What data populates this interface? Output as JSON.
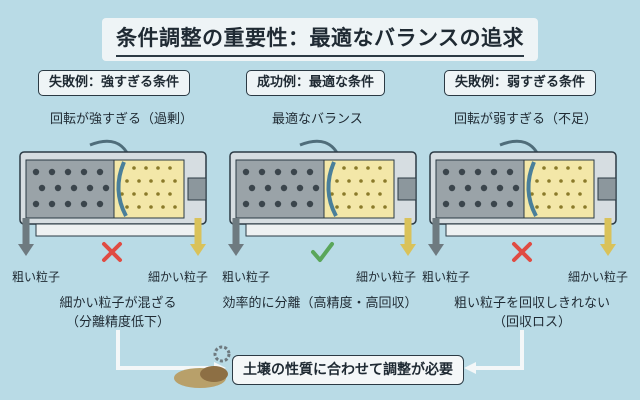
{
  "title": "条件調整の重要性：最適なバランスの追求",
  "panels": [
    {
      "tag": "失敗例：強すぎる条件",
      "subtitle": "回転が強すぎる（過剰）",
      "left_label": "粗い粒子",
      "right_label": "細かい粒子",
      "result1": "細かい粒子が混ざる",
      "result2": "（分離精度低下）",
      "mark": "cross"
    },
    {
      "tag": "成功例：最適な条件",
      "subtitle": "最適なバランス",
      "left_label": "粗い粒子",
      "right_label": "細かい粒子",
      "result1": "効率的に分離（高精度・高回収）",
      "result2": "",
      "mark": "check"
    },
    {
      "tag": "失敗例：弱すぎる条件",
      "subtitle": "回転が弱すぎる（不足）",
      "left_label": "粗い粒子",
      "right_label": "細かい粒子",
      "result1": "粗い粒子を回収しきれない",
      "result2": "（回収ロス）",
      "mark": "cross"
    }
  ],
  "bottom_note": "土壌の性質に合わせて調整が必要",
  "colors": {
    "background": "#b9dbe6",
    "fine": "#f3e7a8",
    "coarse": "#9aa3a8",
    "cross": "#e04b42",
    "check": "#5aa65a"
  }
}
